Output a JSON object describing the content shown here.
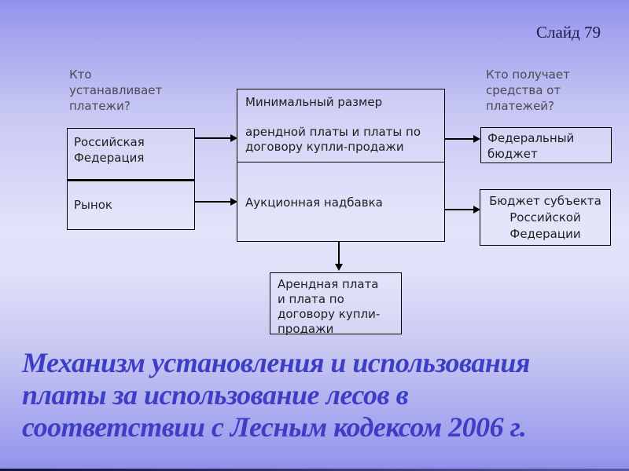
{
  "slide": {
    "slide_number_label": "Слайд 79",
    "title": "Механизм установления и использования\nплаты за использование лесов в\nсоответствии с Лесным кодексом 2006 г."
  },
  "diagram": {
    "left_question": "Кто\nустанавливает\nплатежи?",
    "right_question": "Кто получает\nсредства от\nплатежей?",
    "payers": [
      "Российская\nФедерация",
      "Рынок"
    ],
    "payment_box": {
      "top": "Минимальный размер\n\nарендной платы и платы по\nдоговору купли-продажи",
      "bottom": "Аукционная надбавка"
    },
    "recipients": [
      "Федеральный бюджет",
      "Бюджет субъекта\nРоссийской\nФедерации"
    ],
    "result_box": "Арендная плата\nи плата по\nдоговору купли-\nпродажи"
  },
  "colors": {
    "background_edge": "#9191ec",
    "background_center": "#e2e2fa",
    "sidebar_teal": "#46b2a5",
    "sidebar_black": "#000000",
    "title_text": "#3d3dc6",
    "slide_number_text": "#1c1c4e",
    "box_border": "#000000",
    "box_text": "#1f1f1f",
    "label_text": "#4a4a52"
  }
}
